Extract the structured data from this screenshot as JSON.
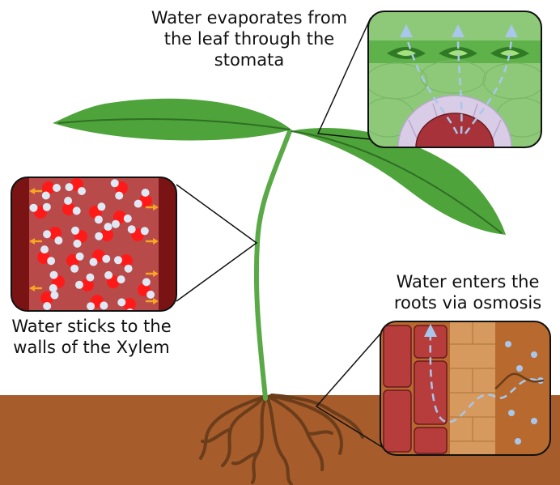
{
  "labels": {
    "leaf": "Water evaporates from\nthe leaf through the\nstomata",
    "xylem": "Water sticks to the\nwalls of the Xylem",
    "roots": "Water enters the\nroots via osmosis"
  },
  "colors": {
    "soil": "#a65c2b",
    "leaf": "#4ea33b",
    "leaf_vein": "#2f6e23",
    "stem": "#5aa947",
    "root": "#6b3d1a",
    "xylem_wall": "#7a1414",
    "xylem_fill": "#b94a4a",
    "water_red": "#ff1a1a",
    "water_white": "#dfe8f5",
    "arrow_orange": "#f5a623",
    "leaf_cell": "#8ec97a",
    "guard_cell": "#d9cce6",
    "stomata_core": "#a8323a",
    "vapor_arrow": "#a9c7ec",
    "root_cell": "#b73d3d",
    "cortex": "#d69a5e",
    "soil_inset": "#b8692d"
  }
}
